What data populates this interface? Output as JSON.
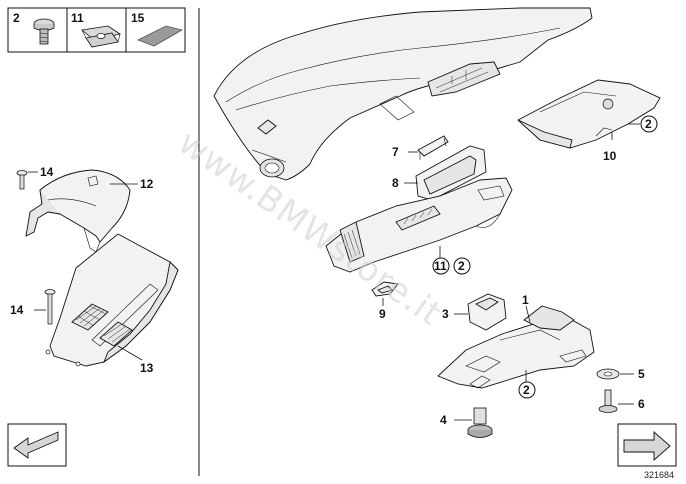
{
  "header_box": {
    "items": [
      {
        "number": "2",
        "icon": "screw-icon"
      },
      {
        "number": "11",
        "icon": "clip-nut-icon"
      },
      {
        "number": "15",
        "icon": "pad-icon"
      }
    ]
  },
  "callouts": {
    "c1": "1",
    "c2a": "2",
    "c2b": "2",
    "c2c": "2",
    "c3": "3",
    "c4": "4",
    "c5": "5",
    "c6": "6",
    "c7": "7",
    "c8": "8",
    "c9": "9",
    "c10": "10",
    "c11": "11",
    "c12": "12",
    "c13": "13",
    "c14a": "14",
    "c14b": "14"
  },
  "watermark": "www.BMWstore.it",
  "diagram_id": "321684",
  "nav": {
    "back_icon": "arrow-back-icon",
    "forward_icon": "arrow-forward-icon"
  }
}
